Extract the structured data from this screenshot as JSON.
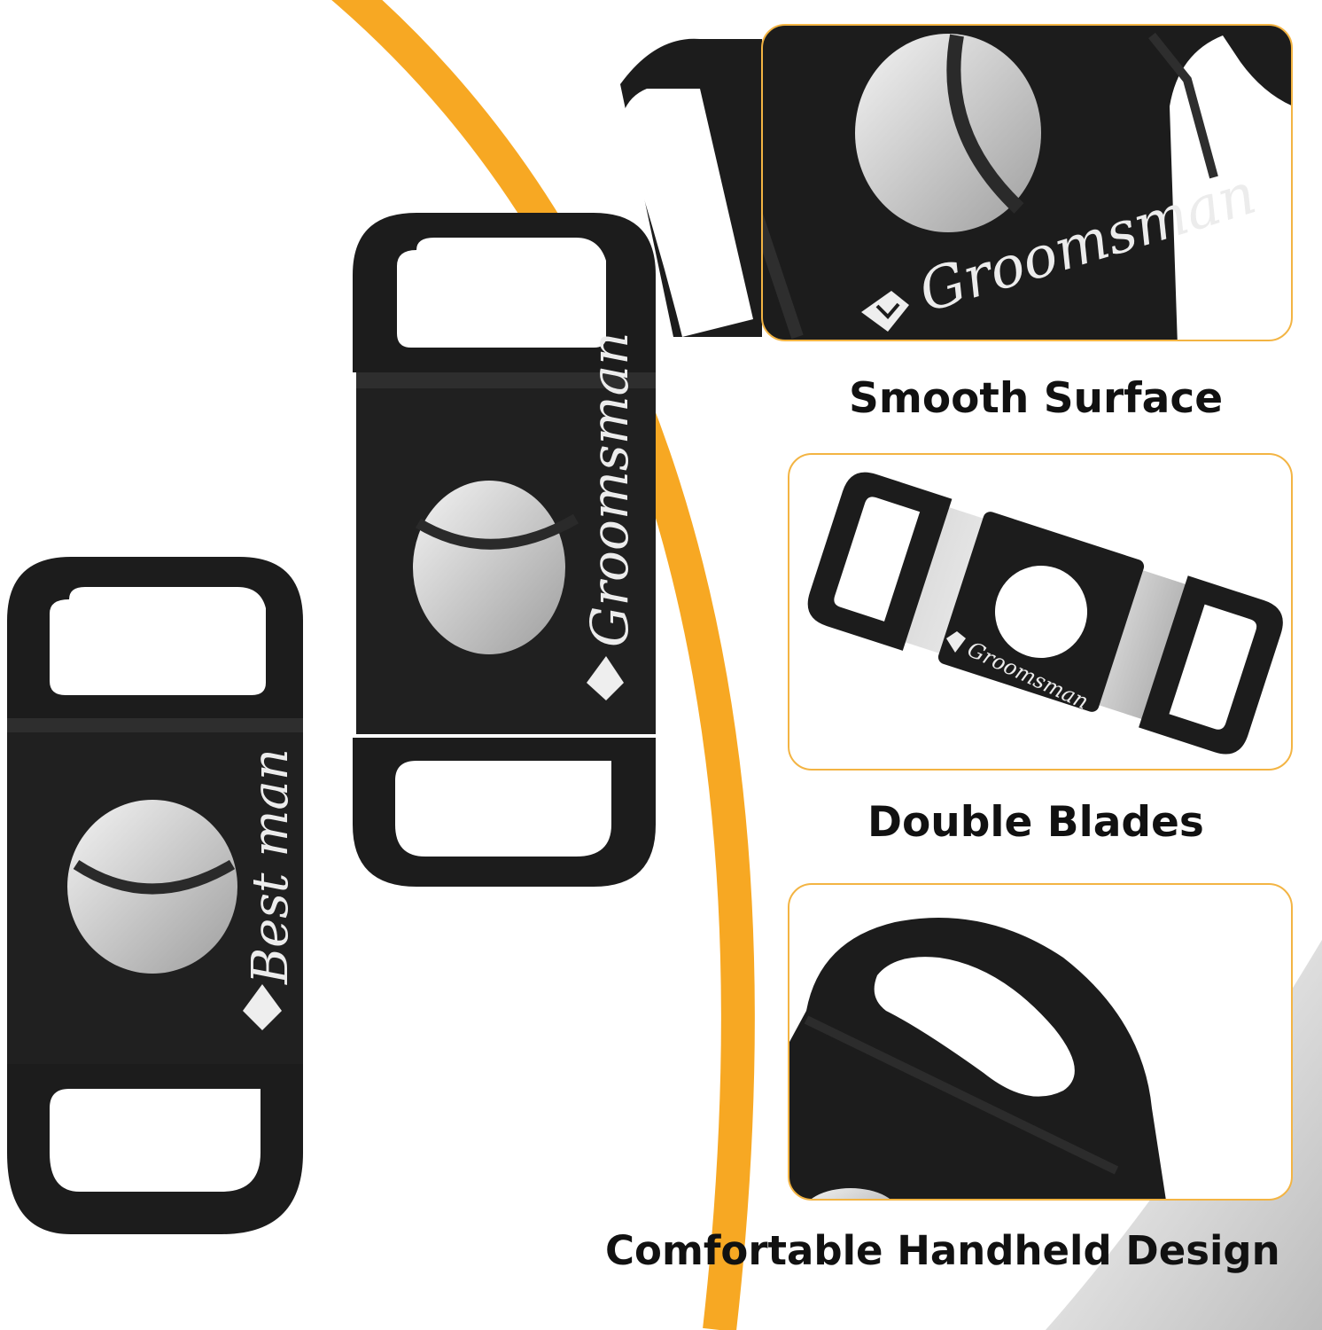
{
  "captions": [
    "Smooth Surface",
    "Double Blades",
    "Comfortable Handheld Design"
  ],
  "engravings": {
    "groomsman": "Groomsman",
    "best_man": "Best man"
  },
  "colors": {
    "accent_arc": "#F7A823",
    "panel_border": "#F3B443",
    "cutter_body": "#1b1b1b",
    "blade_steel": "#d4d4d4",
    "caption_text": "#111111"
  },
  "icons": [
    "tuxedo-icon"
  ]
}
